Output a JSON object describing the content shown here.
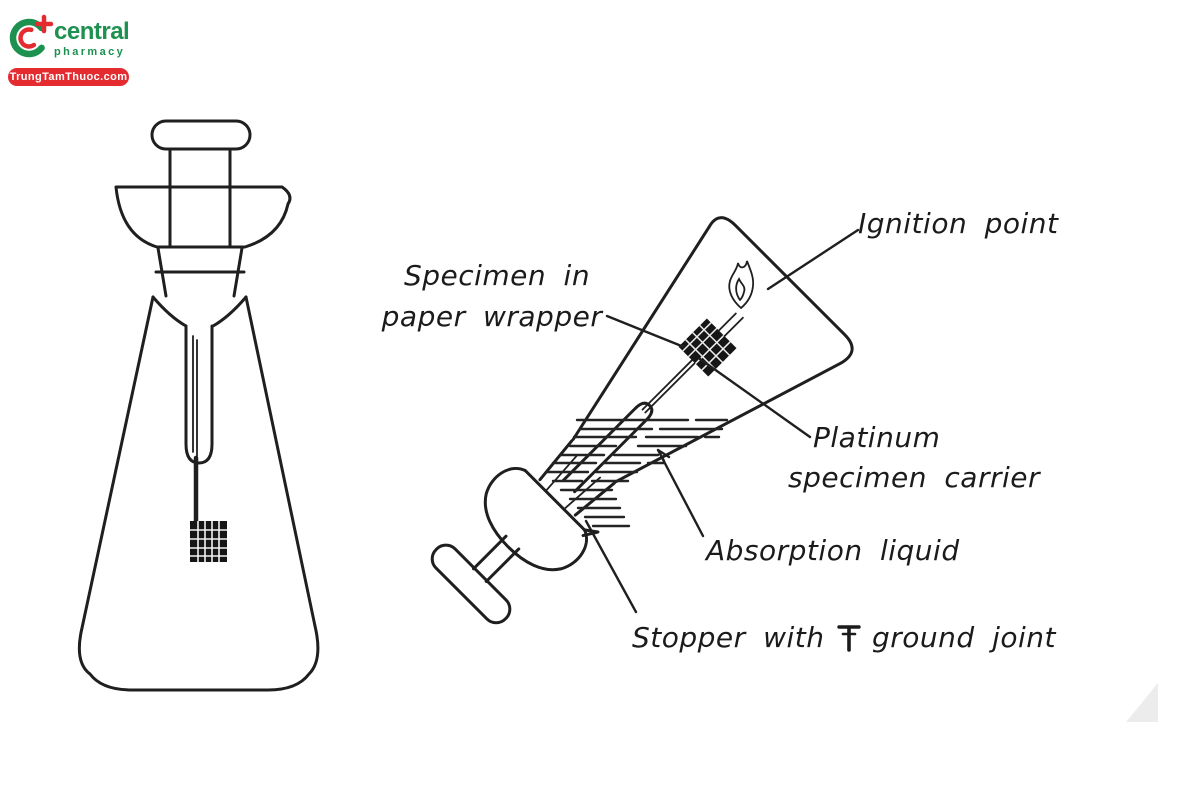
{
  "logo": {
    "brand": "central",
    "sub": "pharmacy",
    "tagline": "TrungTamThuoc.com",
    "green": "#1d9150",
    "red": "#e32b30"
  },
  "diagram": {
    "ink": "#1f1f1f",
    "labels": {
      "ignition": "Ignition point",
      "specimen_line1": "Specimen in",
      "specimen_line2": "paper wrapper",
      "platinum_line1": "Platinum",
      "platinum_line2": "specimen carrier",
      "absorption": "Absorption liquid",
      "stopper_part1": "Stopper with",
      "joint_symbol": "₸",
      "stopper_part2": "ground joint"
    }
  },
  "watermark_color": "#ececec"
}
